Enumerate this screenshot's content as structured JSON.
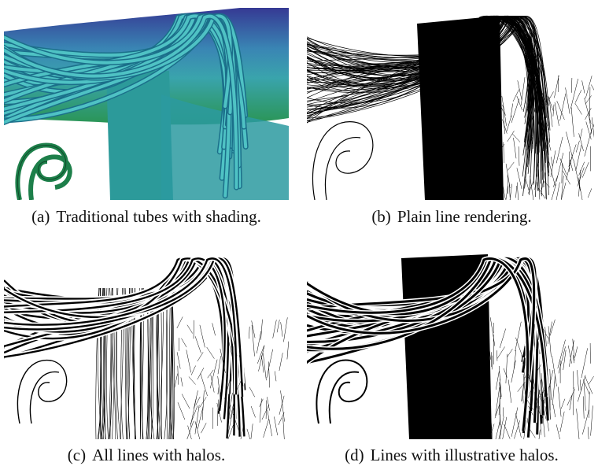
{
  "figure": {
    "panels": [
      {
        "id": "a",
        "label": "(a)",
        "caption": "Traditional tubes with shading."
      },
      {
        "id": "b",
        "label": "(b)",
        "caption": "Plain line rendering."
      },
      {
        "id": "c",
        "label": "(c)",
        "caption": "All lines with halos."
      },
      {
        "id": "d",
        "label": "(d)",
        "caption": "Lines with illustrative halos."
      }
    ]
  },
  "colors": {
    "tube_top": "#2b2f8e",
    "tube_mid": "#2f9fa8",
    "tube_bottom": "#1f8f4a",
    "line": "#000000",
    "halo": "#ffffff",
    "background": "#ffffff"
  }
}
